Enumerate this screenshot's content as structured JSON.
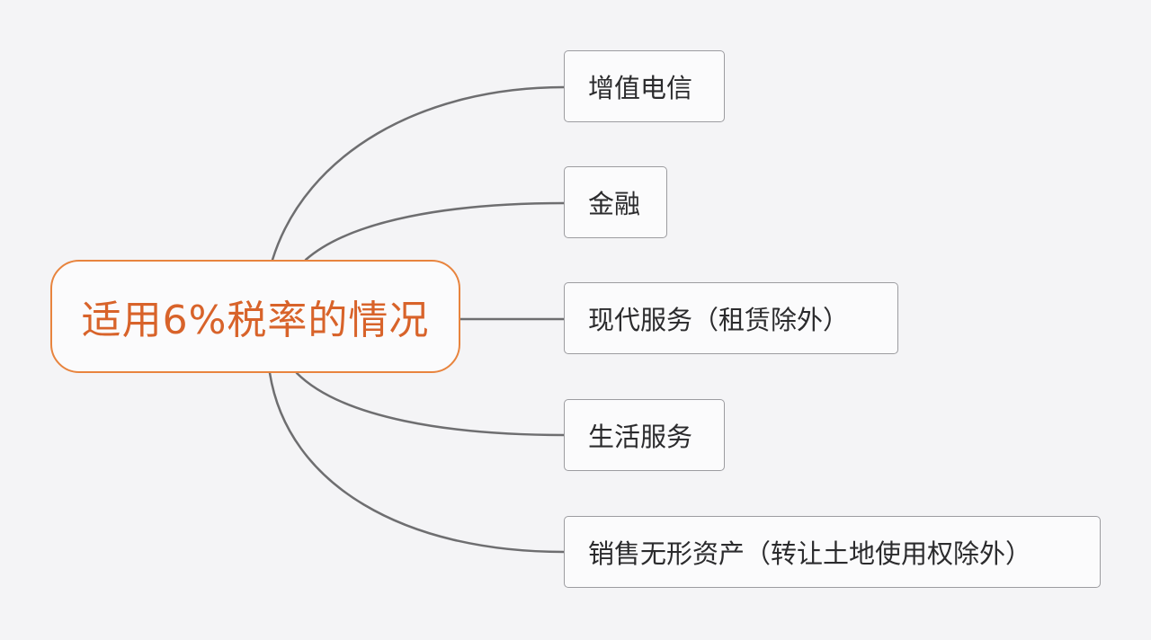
{
  "mindmap": {
    "root": {
      "label": "适用6%税率的情况",
      "border_color": "#e8843e",
      "text_color": "#d8632a"
    },
    "branches": [
      {
        "label": "增值电信"
      },
      {
        "label": "金融"
      },
      {
        "label": "现代服务（租赁除外）"
      },
      {
        "label": "生活服务"
      },
      {
        "label": "销售无形资产（转让土地使用权除外）"
      }
    ],
    "connector_color": "#6e6e70",
    "background_color": "#f4f4f6"
  }
}
